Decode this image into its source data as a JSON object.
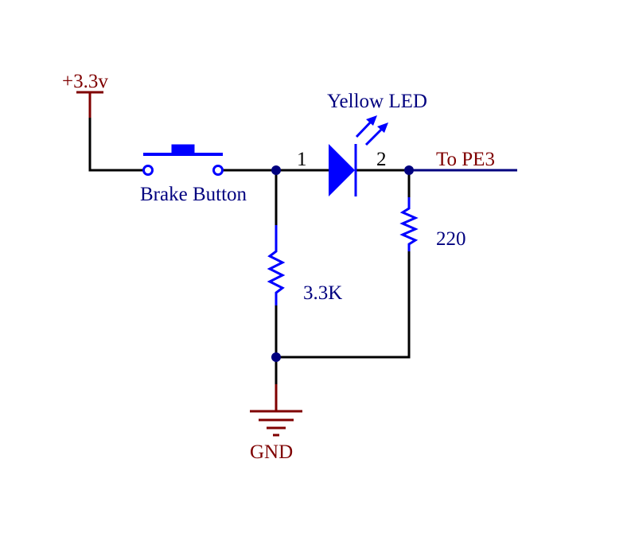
{
  "power_label": "+3.3v",
  "ground_label": "GND",
  "switch_label": "Brake Button",
  "led_label": "Yellow LED",
  "led_pin1_label": "1",
  "led_pin2_label": "2",
  "output_label": "To PE3",
  "pulldown_resistor_value": "3.3K",
  "led_resistor_value": "220",
  "colors": {
    "wire": "#000000",
    "component": "#0000ff",
    "junction": "#00007f",
    "power_net": "#7f0000",
    "label_blue": "#00007f",
    "label_dark_red": "#7f0000"
  }
}
